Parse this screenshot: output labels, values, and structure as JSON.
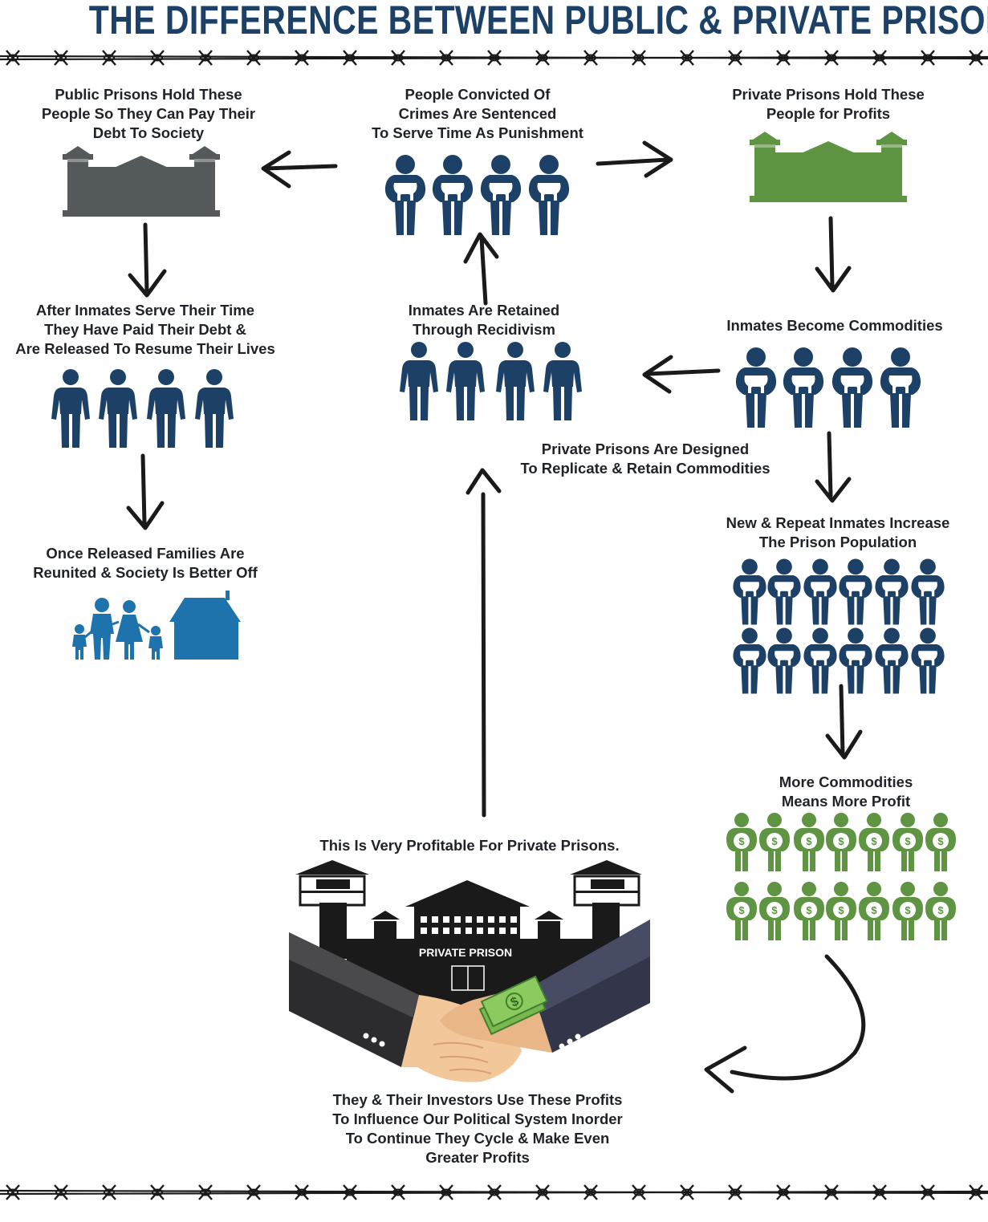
{
  "title": "THE DIFFERENCE BETWEEN PUBLIC & PRIVATE PRISONS",
  "colors": {
    "title": "#1d4066",
    "inmate_navy": "#1d4066",
    "public_prison_gray": "#545a5c",
    "private_prison_green": "#5e9442",
    "family_blue": "#1f73ad",
    "money_green": "#5e9442",
    "arrow": "#1a1a1a"
  },
  "nodes": {
    "convicted": "People Convicted Of\nCrimes Are Sentenced\nTo Serve Time As Punishment",
    "public_hold": "Public Prisons Hold These\nPeople So They Can Pay Their\nDebt To Society",
    "private_hold": "Private Prisons Hold These\nPeople for Profits",
    "served_time": "After Inmates Serve Their Time\nThey Have Paid Their Debt &\nAre Released To Resume Their Lives",
    "retained": "Inmates Are Retained\nThrough Recidivism",
    "commodities": "Inmates Become Commodities",
    "designed": "Private Prisons Are Designed\nTo Replicate & Retain Commodities",
    "released_families": "Once Released Families Are\nReunited & Society Is Better Off",
    "population": "New & Repeat Inmates Increase\nThe Prison Population",
    "more_profit": "More Commodities\nMeans More Profit",
    "profitable": "This Is Very Profitable For Private Prisons.",
    "influence": "They & Their Investors Use These Profits\nTo Influence Our Political System Inorder\nTo Continue They Cycle & Make Even\nGreater Profits"
  },
  "private_prison_sign": "PRIVATE PRISON",
  "icons": {
    "public_prison": "prison-building-icon",
    "private_prison": "prison-building-icon",
    "handcuffed_inmate": "handcuffed-person-icon",
    "free_person": "person-icon",
    "family": "family-icon",
    "house": "house-icon",
    "money_inmate": "money-bag-person-icon",
    "handshake": "handshake-money-icon",
    "barbed_wire": "barbed-wire-icon"
  }
}
